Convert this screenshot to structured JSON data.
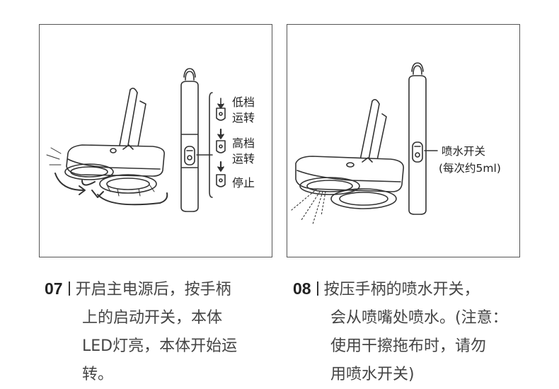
{
  "panel1": {
    "labels": {
      "low": [
        "低档",
        "运转"
      ],
      "high": [
        "高档",
        "运转"
      ],
      "stop": "停止"
    }
  },
  "panel2": {
    "labels": {
      "spray": "喷水开关",
      "spray_note": "(每次约5ml)"
    }
  },
  "steps": [
    {
      "number": "07",
      "lines": [
        "开启主电源后，按手柄",
        "上的启动开关，本体",
        "LED灯亮，本体开始运",
        "转。"
      ]
    },
    {
      "number": "08",
      "lines": [
        "按压手柄的喷水开关，",
        "会从喷嘴处喷水。(注意：",
        "使用干擦拖布时，请勿",
        "用喷水开关)"
      ]
    }
  ],
  "colors": {
    "stroke": "#333333",
    "border": "#555555",
    "fill_light": "#f2f2f2"
  }
}
